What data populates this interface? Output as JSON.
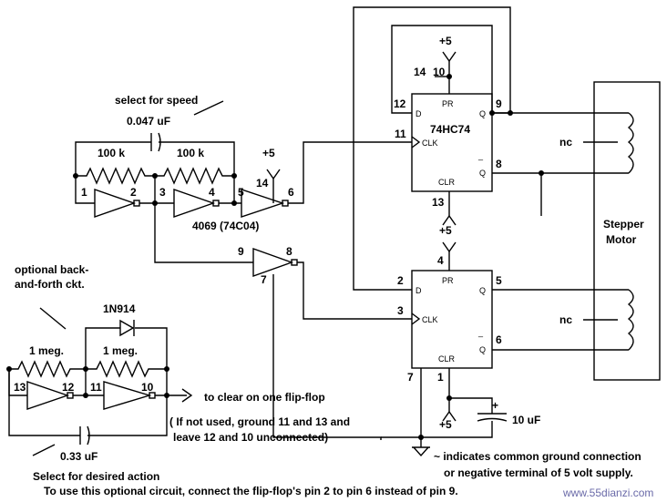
{
  "notes": {
    "select_speed": "select for speed",
    "cap_speed": "0.047 uF",
    "r1": "100 k",
    "r2": "100 k",
    "plus5_a": "+5",
    "plus5_b": "+5",
    "plus5_c": "+5",
    "plus5_d": "+5",
    "inverter_chip": "4069 (74C04)",
    "flipflop_chip": "74HC74",
    "optional_line1": "optional back-",
    "optional_line2": "and-forth ckt.",
    "diode": "1N914",
    "r_meg1": "1 meg.",
    "r_meg2": "1 meg.",
    "cap_desired": "0.33 uF",
    "clear_note": "to clear on one flip-flop",
    "unused_line1": "( If not used, ground 11 and 13 and",
    "unused_line2": "leave 12 and 10 unconnected)",
    "select_action": "Select for desired action",
    "footer_note": "To use this optional circuit, connect the flip-flop's pin 2 to pin 6 instead of pin 9.",
    "ground_line1": "~ indicates common ground connection",
    "ground_line2": "or negative terminal of 5 volt supply.",
    "cap_10uf": "10 uF",
    "polarity": "+",
    "motor_line1": "Stepper",
    "motor_line2": "Motor",
    "nc_top": "nc",
    "nc_bottom": "nc",
    "watermark": "www.55dianzi.com"
  },
  "pins": {
    "p1": "1",
    "p2": "2",
    "p3": "3",
    "p4": "4",
    "p5": "5",
    "p6": "6",
    "p14a": "14",
    "p9": "9",
    "p8": "8",
    "p7": "7",
    "p13b": "13",
    "p12b": "12",
    "p11b": "11",
    "p10b": "10",
    "f14": "14",
    "f10": "10",
    "f12": "12",
    "f11": "11",
    "f9": "9",
    "f8": "8",
    "f13": "13",
    "f4": "4",
    "f2": "2",
    "f3": "3",
    "f5": "5",
    "f6": "6",
    "f7": "7",
    "f1": "1"
  },
  "ff_labels": {
    "pr": "PR",
    "d": "D",
    "q": "Q",
    "clk": "CLK",
    "qbar": "Q",
    "clr": "CLR",
    "bar": "_",
    "pr2": "PR",
    "d2": "D",
    "q2": "Q",
    "clk2": "CLK",
    "qbar2": "Q",
    "clr2": "CLR",
    "bar2": "_"
  }
}
